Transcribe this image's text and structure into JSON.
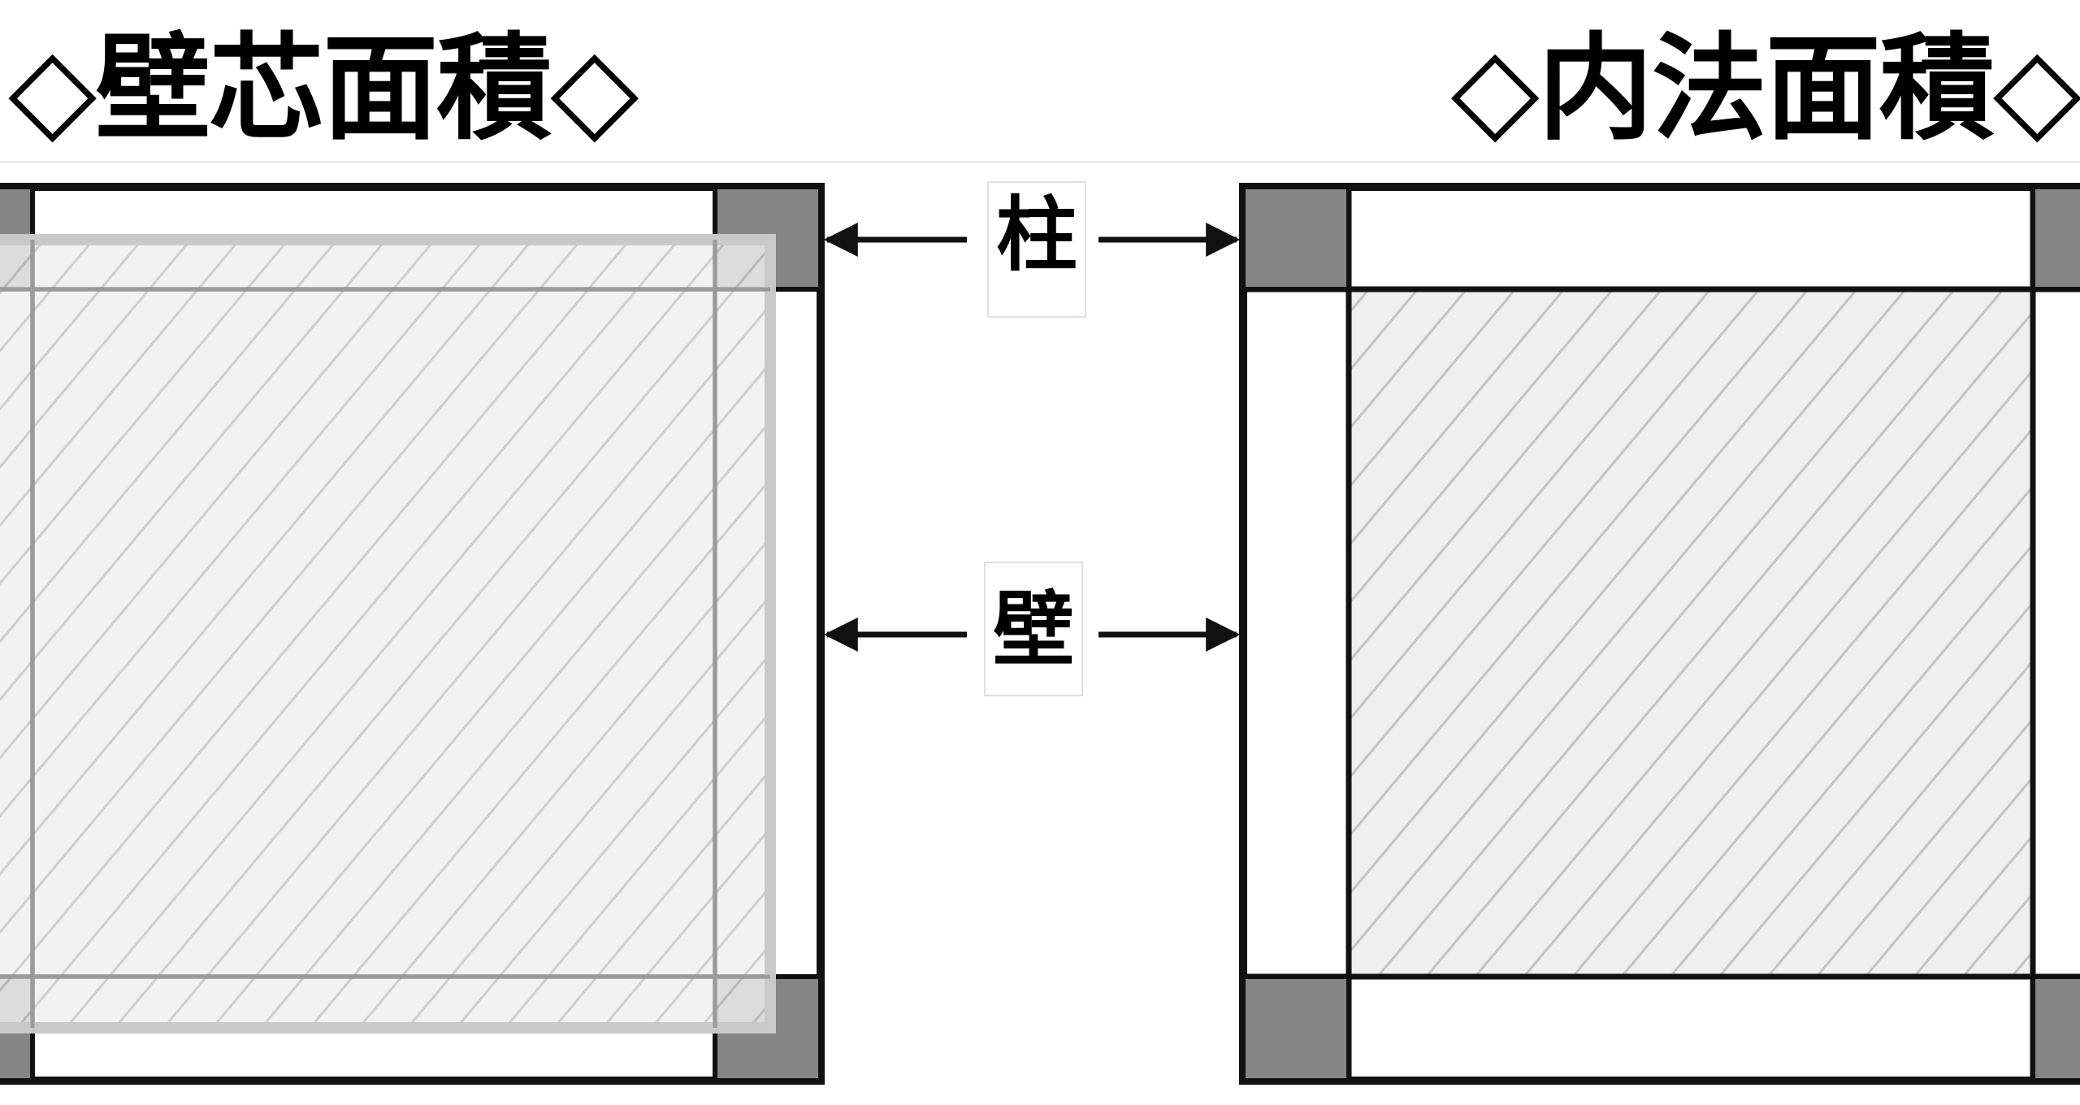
{
  "titles": {
    "wall_center": "◇壁芯面積◇",
    "inner": "◇内法面積◇"
  },
  "labels": {
    "column": "柱",
    "wall": "壁"
  },
  "colors": {
    "column_fill": "#858585",
    "outline": "#111111",
    "hatch_fill": "#efefef",
    "hatch_line": "#c3c3c3",
    "overlay_border": "#c9c9c9",
    "centerline": "#9a9a9a",
    "label_border": "#dde0ea"
  }
}
